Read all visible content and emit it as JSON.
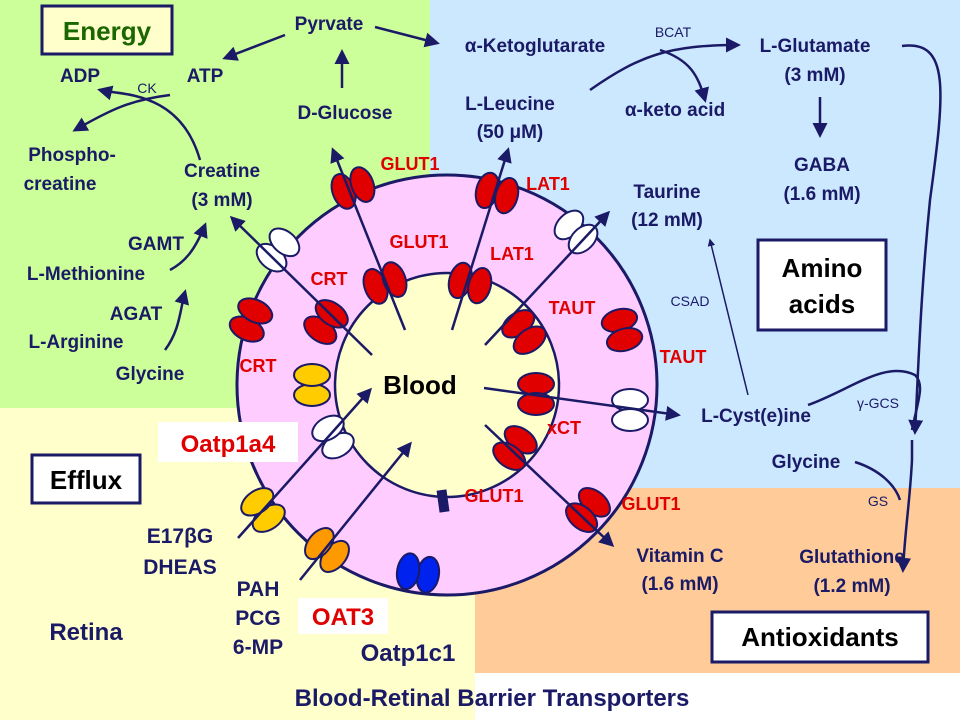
{
  "colors": {
    "energy_bg": "#ccff99",
    "amino_bg": "#cce8ff",
    "retina_bg": "#ffffcc",
    "antioxidant_bg": "#ffcc99",
    "membrane": "#ffccff",
    "text": "#1a1a66",
    "transporter_label": "#e00000"
  },
  "section_boxes": {
    "energy": "Energy",
    "amino_line1": "Amino",
    "amino_line2": "acids",
    "efflux": "Efflux",
    "antioxidants": "Antioxidants"
  },
  "region_labels": {
    "blood": "Blood",
    "retina": "Retina"
  },
  "footer_title": "Blood-Retinal Barrier Transporters",
  "energy": {
    "pyrvate": "Pyrvate",
    "atp": "ATP",
    "adp": "ADP",
    "ck": "CK",
    "d_glucose": "D-Glucose",
    "phospho_line1": "Phospho-",
    "phospho_line2": "creatine",
    "creatine_line1": "Creatine",
    "creatine_line2": "(3 mM)",
    "gamt": "GAMT",
    "l_methionine": "L-Methionine",
    "agat": "AGAT",
    "l_arginine": "L-Arginine",
    "glycine": "Glycine"
  },
  "amino": {
    "alpha_kg": "α-Ketoglutarate",
    "bcat": "BCAT",
    "l_glutamate_line1": "L-Glutamate",
    "l_glutamate_line2": "(3 mM)",
    "l_leucine_line1": "L-Leucine",
    "l_leucine_line2": "(50 μM)",
    "alpha_keto_acid": "α-keto acid",
    "gaba_line1": "GABA",
    "gaba_line2": "(1.6 mM)",
    "taurine_line1": "Taurine",
    "taurine_line2": "(12 mM)",
    "csad": "CSAD",
    "l_cysteine": "L-Cyst(e)ine",
    "gamma_gcs": "γ-GCS"
  },
  "antioxidants": {
    "glycine": "Glycine",
    "gs": "GS",
    "glutathione_line1": "Glutathione",
    "glutathione_line2": "(1.2 mM)",
    "vitamin_c_line1": "Vitamin C",
    "vitamin_c_line2": "(1.6 mM)"
  },
  "efflux": {
    "e17bg": "E17βG",
    "dheas": "DHEAS",
    "pah": "PAH",
    "pcg": "PCG",
    "six_mp": "6-MP",
    "oatp1a4": "Oatp1a4",
    "oat3": "OAT3",
    "oatp1c1": "Oatp1c1"
  },
  "transporters": {
    "glut1_top": "GLUT1",
    "glut1_inner": "GLUT1",
    "lat1_outer": "LAT1",
    "lat1_inner": "LAT1",
    "taut_outer": "TAUT",
    "taut_inner": "TAUT",
    "crt_outer": "CRT",
    "crt_inner": "CRT",
    "xct": "xCT",
    "glut1_lower_inner": "GLUT1",
    "glut1_lower_outer": "GLUT1"
  }
}
